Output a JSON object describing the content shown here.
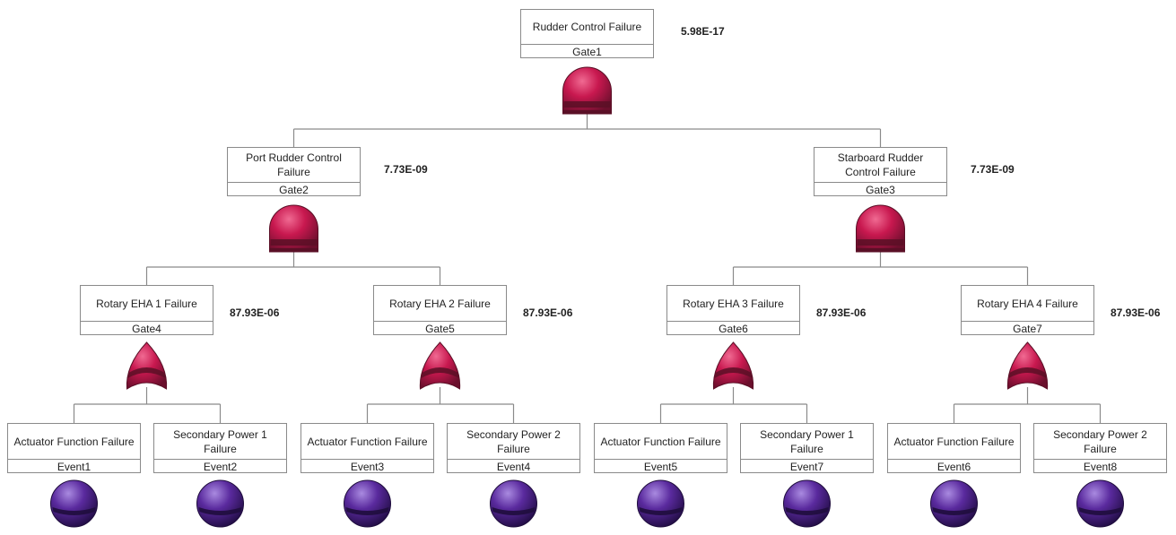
{
  "nodes": [
    {
      "id": "gate1",
      "title": "Rudder Control Failure",
      "gid": "Gate1",
      "prob": "5.98E-17",
      "symbol": "and-gate"
    },
    {
      "id": "gate2",
      "title": "Port Rudder Control Failure",
      "gid": "Gate2",
      "prob": "7.73E-09",
      "symbol": "and-gate"
    },
    {
      "id": "gate3",
      "title": "Starboard Rudder Control Failure",
      "gid": "Gate3",
      "prob": "7.73E-09",
      "symbol": "and-gate"
    },
    {
      "id": "gate4",
      "title": "Rotary EHA 1 Failure",
      "gid": "Gate4",
      "prob": "87.93E-06",
      "symbol": "or-gate"
    },
    {
      "id": "gate5",
      "title": "Rotary EHA 2 Failure",
      "gid": "Gate5",
      "prob": "87.93E-06",
      "symbol": "or-gate"
    },
    {
      "id": "gate6",
      "title": "Rotary EHA 3 Failure",
      "gid": "Gate6",
      "prob": "87.93E-06",
      "symbol": "or-gate"
    },
    {
      "id": "gate7",
      "title": "Rotary EHA 4 Failure",
      "gid": "Gate7",
      "prob": "87.93E-06",
      "symbol": "or-gate"
    },
    {
      "id": "event1",
      "title": "Actuator Function Failure",
      "gid": "Event1",
      "symbol": "basic-event"
    },
    {
      "id": "event2",
      "title": "Secondary Power 1 Failure",
      "gid": "Event2",
      "symbol": "basic-event"
    },
    {
      "id": "event3",
      "title": "Actuator Function Failure",
      "gid": "Event3",
      "symbol": "basic-event"
    },
    {
      "id": "event4",
      "title": "Secondary Power 2 Failure",
      "gid": "Event4",
      "symbol": "basic-event"
    },
    {
      "id": "event5",
      "title": "Actuator Function Failure",
      "gid": "Event5",
      "symbol": "basic-event"
    },
    {
      "id": "event7",
      "title": "Secondary Power 1 Failure",
      "gid": "Event7",
      "symbol": "basic-event"
    },
    {
      "id": "event6",
      "title": "Actuator Function Failure",
      "gid": "Event6",
      "symbol": "basic-event"
    },
    {
      "id": "event8",
      "title": "Secondary Power 2 Failure",
      "gid": "Event8",
      "symbol": "basic-event"
    }
  ],
  "edges": [
    [
      "gate1",
      "gate2"
    ],
    [
      "gate1",
      "gate3"
    ],
    [
      "gate2",
      "gate4"
    ],
    [
      "gate2",
      "gate5"
    ],
    [
      "gate3",
      "gate6"
    ],
    [
      "gate3",
      "gate7"
    ],
    [
      "gate4",
      "event1"
    ],
    [
      "gate4",
      "event2"
    ],
    [
      "gate5",
      "event3"
    ],
    [
      "gate5",
      "event4"
    ],
    [
      "gate6",
      "event5"
    ],
    [
      "gate6",
      "event7"
    ],
    [
      "gate7",
      "event6"
    ],
    [
      "gate7",
      "event8"
    ]
  ],
  "colors": {
    "gate_fill": "#c8184f",
    "gate_dark": "#5a0f26",
    "event_fill": "#5a2a9e",
    "event_dark": "#1f0d3d",
    "line": "#8a8a8a"
  }
}
